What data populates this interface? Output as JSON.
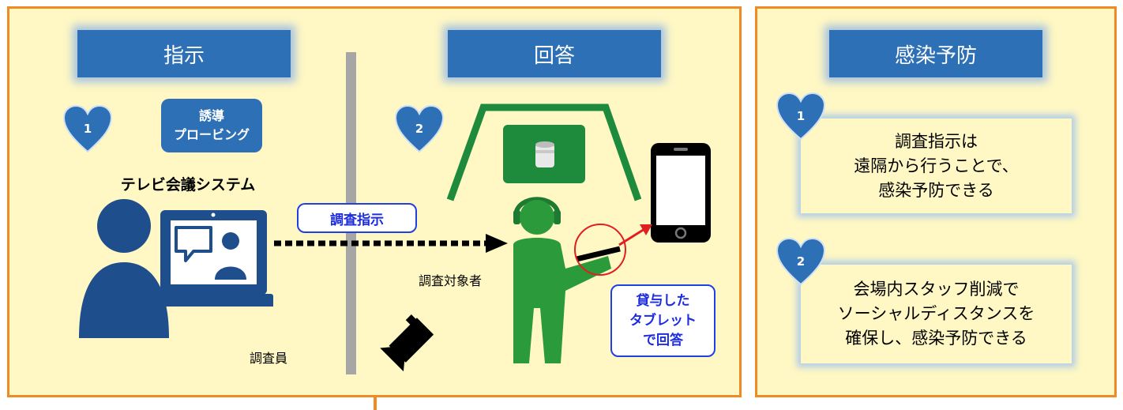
{
  "left_panel": {
    "instruction": {
      "header": "指示",
      "step_number": "1",
      "badge_lines": [
        "誘導",
        "プロービング"
      ],
      "system_label": "テレビ会議システム",
      "arrow_label": "調査指示",
      "person_label": "調査員"
    },
    "answer": {
      "header": "回答",
      "step_number": "2",
      "respondent_label": "調査対象者",
      "tablet_label_lines": [
        "貸与した",
        "タブレット",
        "で回答"
      ]
    }
  },
  "right_panel": {
    "header": "感染予防",
    "items": [
      {
        "number": "1",
        "lines": [
          "調査指示は",
          "遠隔から行うことで、",
          "感染予防できる"
        ]
      },
      {
        "number": "2",
        "lines": [
          "会場内スタッフ削減で",
          "ソーシャルディスタンスを",
          "確保し、感染予防できる"
        ]
      }
    ]
  },
  "colors": {
    "panel_background": "#fff8c4",
    "panel_border": "#f08a24",
    "header_blue": "#2e70b5",
    "person_navy": "#1f4e8c",
    "respondent_green": "#2a9a3a",
    "booth_green": "#1e8a3c",
    "highlight_red": "#e02020",
    "label_blue": "#1c2ce0"
  },
  "icons": [
    "heart-icon",
    "person-icon",
    "monitor-icon",
    "chat-bubble-icon",
    "headset-icon",
    "tablet-icon",
    "camera-icon",
    "can-icon"
  ]
}
